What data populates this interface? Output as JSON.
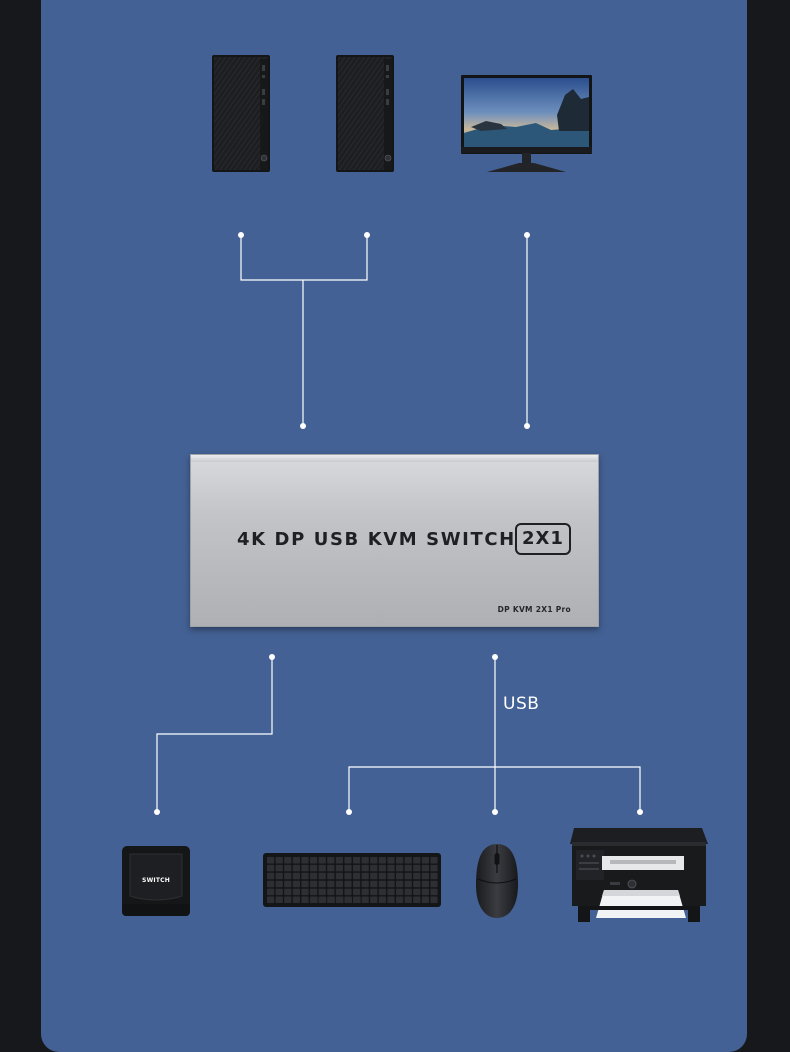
{
  "kvm": {
    "title": "4K DP USB KVM SWITCH",
    "badge": "2X1",
    "model": "DP KVM 2X1 Pro"
  },
  "connections": {
    "usb_label": "USB"
  },
  "switch_button": {
    "label": "SWITCH"
  },
  "icons": {
    "pc1": "desktop-tower-icon",
    "pc2": "desktop-tower-icon",
    "monitor": "monitor-icon",
    "switch": "switch-button-icon",
    "keyboard": "keyboard-icon",
    "mouse": "mouse-icon",
    "printer": "printer-icon"
  },
  "colors": {
    "background": "#436194",
    "outer": "#17181c",
    "lines": "#ffffff",
    "device": "#1b1c1f"
  }
}
